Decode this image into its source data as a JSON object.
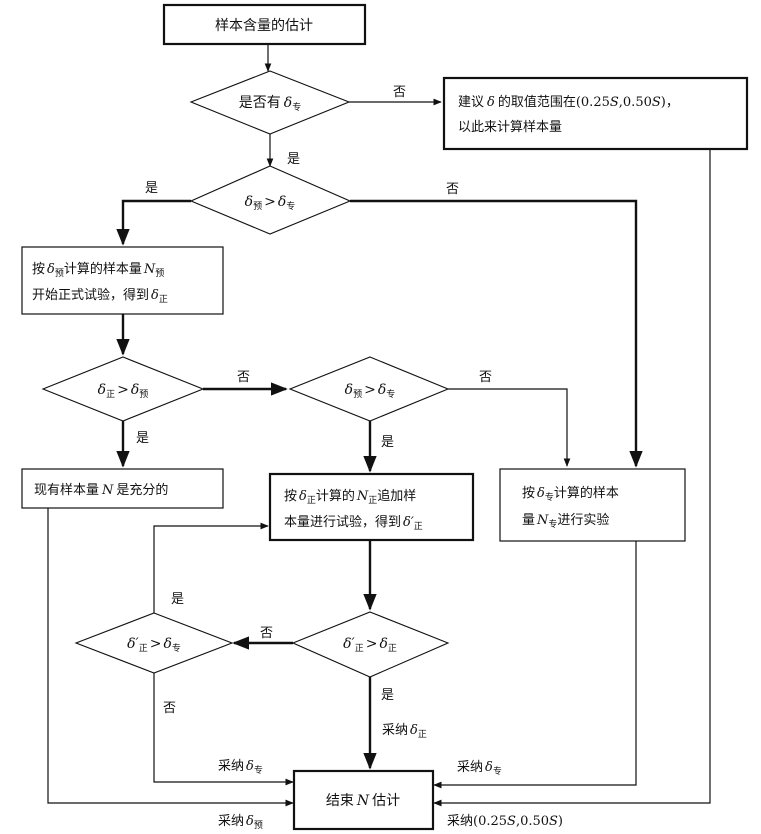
{
  "nodes": {
    "start": "样本含量的估计",
    "has_delta": {
      "q": "是否有",
      "sym": "δ",
      "sub": "专"
    },
    "suggest": {
      "line1a": "建议",
      "sym": "δ",
      "line1b": "的取值范围在(0.25",
      "s1": "S",
      "line1c": ",0.50",
      "s2": "S",
      "line1d": ")，",
      "line2": "以此来计算样本量"
    },
    "cmp_pre_pro": {
      "a": "δ",
      "a_sub": "预",
      "op": ">",
      "b": "δ",
      "b_sub": "专"
    },
    "pre_calc": {
      "p1": "按",
      "sym": "δ",
      "sub": "预",
      "p2": "计算的样本量",
      "n": "N",
      "n_sub": "预",
      "line2a": "开始正式试验，得到",
      "sym2": "δ",
      "sub2": "正"
    },
    "cmp_zheng_pre": {
      "a": "δ",
      "a_sub": "正",
      "op": ">",
      "b": "δ",
      "b_sub": "预"
    },
    "cmp_pre_pro2": {
      "a": "δ",
      "a_sub": "预",
      "op": ">",
      "b": "δ",
      "b_sub": "专"
    },
    "sufficient": {
      "p1": "现有样本量",
      "n": "N",
      "p2": "是充分的"
    },
    "zheng_calc": {
      "p1": "按",
      "sym": "δ",
      "sub": "正",
      "p2": "计算的",
      "n": "N",
      "n_sub": "正",
      "p3": "追加样",
      "line2a": "本量进行试验，得到",
      "sym2": "δ′",
      "sub2": "正"
    },
    "pro_calc": {
      "p1": "按",
      "sym": "δ",
      "sub": "专",
      "p2": "计算的样本",
      "line2a": "量",
      "n": "N",
      "n_sub": "专",
      "line2b": "进行实验"
    },
    "cmp_zp_pro": {
      "a": "δ′",
      "a_sub": "正",
      "op": ">",
      "b": "δ",
      "b_sub": "专"
    },
    "cmp_zp_zheng": {
      "a": "δ′",
      "a_sub": "正",
      "op": ">",
      "b": "δ",
      "b_sub": "正"
    },
    "end": {
      "p1": "结束",
      "n": "N",
      "p2": "估计"
    }
  },
  "edge_labels": {
    "no1": "否",
    "yes1": "是",
    "yes2": "是",
    "no2": "否",
    "no3": "否",
    "yes3": "是",
    "no4": "否",
    "yes4": "是",
    "no5": "否",
    "yes5": "是",
    "no6": "否",
    "yes6": "是",
    "adopt_zheng": {
      "p": "采纳",
      "sym": "δ",
      "sub": "正"
    },
    "adopt_pro_left": {
      "p": "采纳",
      "sym": "δ",
      "sub": "专"
    },
    "adopt_pro_right": {
      "p": "采纳",
      "sym": "δ",
      "sub": "专"
    },
    "adopt_pre": {
      "p": "采纳",
      "sym": "δ",
      "sub": "预"
    },
    "adopt_range": {
      "p": "采纳(0.25",
      "s1": "S",
      "m": ",0.50",
      "s2": "S",
      "e": ")"
    }
  }
}
